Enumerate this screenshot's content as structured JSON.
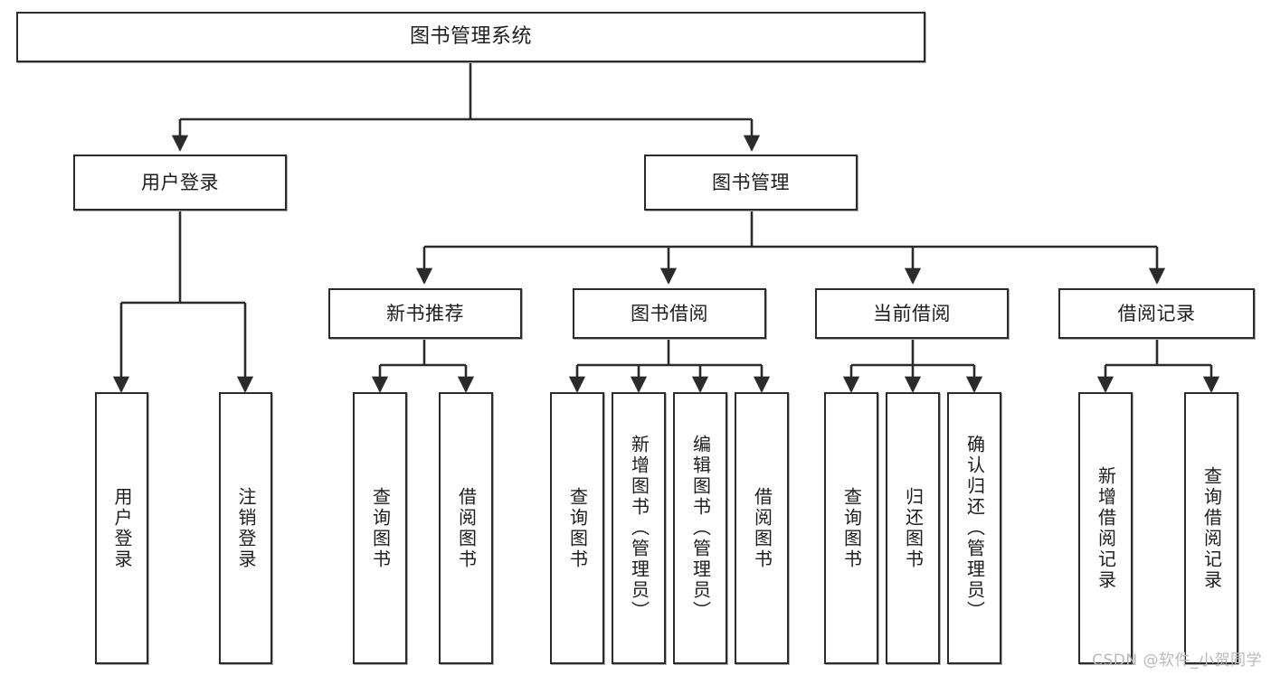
{
  "diagram": {
    "title": "图书管理系统",
    "type": "tree-hierarchy",
    "stroke_color": "#2b2b2b",
    "fill_color": "#ffffff",
    "text_color": "#1d1d1d"
  },
  "root": {
    "label": "图书管理系统"
  },
  "level2": [
    {
      "label": "用户登录"
    },
    {
      "label": "图书管理"
    }
  ],
  "level3": [
    {
      "label": "新书推荐"
    },
    {
      "label": "图书借阅"
    },
    {
      "label": "当前借阅"
    },
    {
      "label": "借阅记录"
    }
  ],
  "leaves": {
    "user_login": [
      {
        "label": "用户登录"
      },
      {
        "label": "注销登录"
      }
    ],
    "new_book_recommend": [
      {
        "label": "查询图书"
      },
      {
        "label": "借阅图书"
      }
    ],
    "book_borrow": [
      {
        "label": "查询图书"
      },
      {
        "label": "新增图书（管理员）"
      },
      {
        "label": "编辑图书（管理员）"
      },
      {
        "label": "借阅图书"
      }
    ],
    "current_borrow": [
      {
        "label": "查询图书"
      },
      {
        "label": "归还图书"
      },
      {
        "label": "确认归还（管理员）"
      }
    ],
    "borrow_record": [
      {
        "label": "新增借阅记录"
      },
      {
        "label": "查询借阅记录"
      }
    ]
  },
  "watermark": {
    "text": "CSDN @软件_小贺同学"
  }
}
